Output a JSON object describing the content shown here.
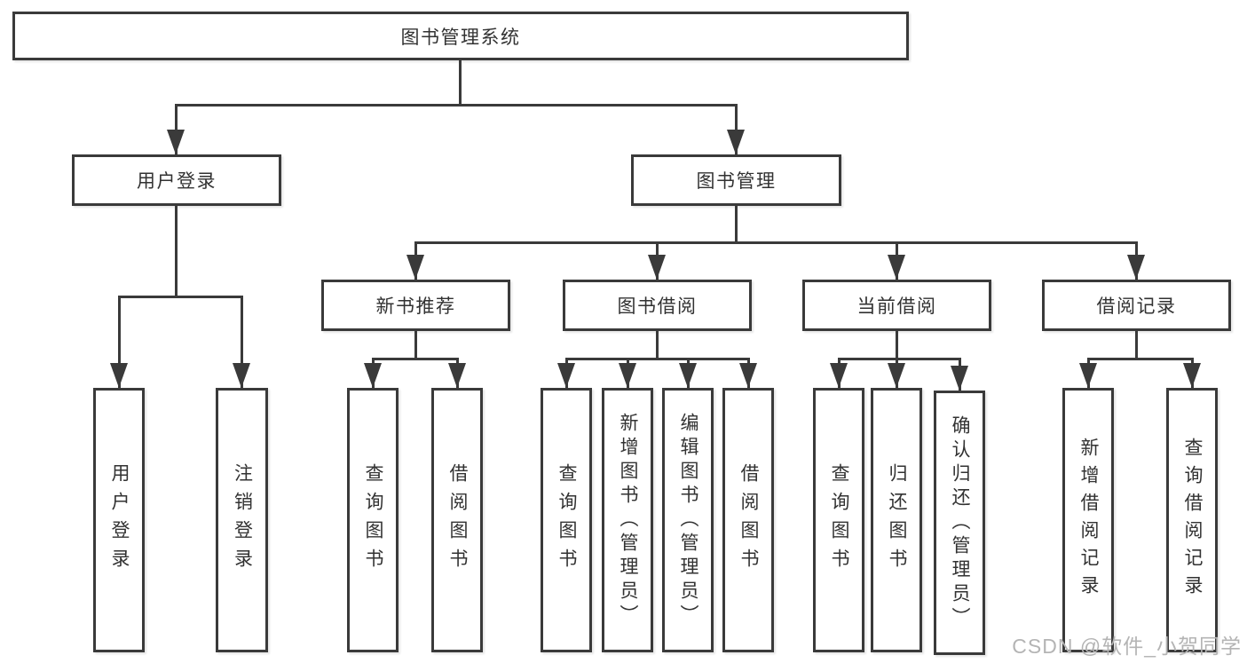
{
  "tree": {
    "root": "图书管理系统",
    "children": [
      {
        "label": "用户登录",
        "children": [
          "用户登录",
          "注销登录"
        ]
      },
      {
        "label": "图书管理",
        "children": [
          {
            "label": "新书推荐",
            "children": [
              "查询图书",
              "借阅图书"
            ]
          },
          {
            "label": "图书借阅",
            "children": [
              "查询图书",
              "新增图书（管理员）",
              "编辑图书（管理员）",
              "借阅图书"
            ]
          },
          {
            "label": "当前借阅",
            "children": [
              "查询图书",
              "归还图书",
              "确认归还（管理员）"
            ]
          },
          {
            "label": "借阅记录",
            "children": [
              "新增借阅记录",
              "查询借阅记录"
            ]
          }
        ]
      }
    ]
  },
  "watermark": "CSDN @软件_小贺同学",
  "colors": {
    "line": "#3a3a3a",
    "text": "#323232",
    "watermark": "#b4b4b4",
    "background": "#ffffff"
  }
}
